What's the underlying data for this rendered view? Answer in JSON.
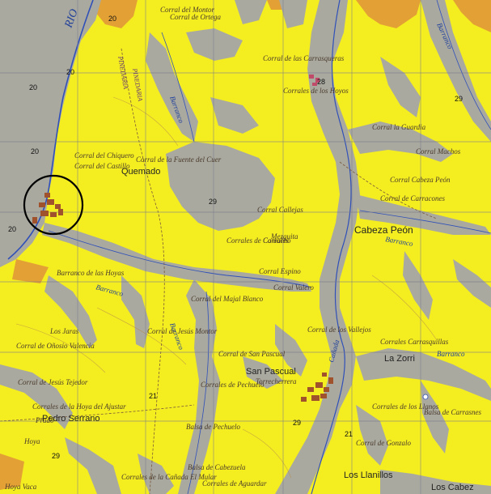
{
  "map": {
    "colors": {
      "land": "#f4ee20",
      "valley": "#a9a9a0",
      "orange": "#e3a034",
      "river": "#3050b8",
      "grid": "#7a7a8a",
      "settlement": "#a0522d",
      "highlight": "#000000"
    },
    "labels": {
      "rio": "RIO",
      "quemado": "Quemado",
      "cabeza_peon": "Cabeza Peón",
      "san_pascual": "San Pascual",
      "la_zorrilla": "La Zorri",
      "los_llanillos": "Los Llanillos",
      "los_cabezos": "Los Cabez",
      "corral_del_montor": "Corral del Montor",
      "corral_del_chiquero": "Corral del Chiquero",
      "corral_del_castillo": "Corral del Castillo",
      "corral_de_la_fuente": "Corral de la Fuente del Cuer",
      "corral_de_carracones": "Corral de Carracones",
      "corral_de_las_carrasqueras": "Corral de las Carrasqueras",
      "corral_de_los_machos": "Corral Machos",
      "corral_valero": "Corral Valero",
      "corral_de_ortega": "Corral de Ortega",
      "corral_cabeza_peon": "Corral Cabeza Peón",
      "corral_de_los_vallejos": "Corral de los Vallejos",
      "corral_del_majal": "Corral del Majal Blanco",
      "corral_de_jesus_montor": "Corral de Jesús Montor",
      "corral_de_olivo": "Corral de Oñosio Valencia",
      "corral_de_jesus_tejedor": "Corral de Jesús Tejedor",
      "corral_de_la_hoya": "Corrales de la Hoya del Ajustar",
      "corrales_de_pechuelo": "Corrales de Pechuelo",
      "corral_el_mular": "Corrales de la Cañada El Mular",
      "corral_de_carrasnes": "Balsa de Carrasnes",
      "corral_de_los_llanos": "Corrales de los Llanos",
      "corral_callejas": "Corral Callejas",
      "corral_del_espino": "Corral Espino",
      "pedro_serrano": "Pedro Serrano",
      "balsa_de_pechuelo": "Balsa de Pechuelo",
      "balsa_de_cabezuela": "Balsa de Cabezuela",
      "torrecherrera": "Torrecherrera",
      "barranco_1": "Barranco",
      "barranco_2": "Barranco",
      "barranco_3": "Barranco",
      "barranco_4": "Barranco",
      "barranco_5": "Barranco",
      "barranco_6": "Barranco",
      "canada": "Cañada",
      "los_jaras": "Los Jaras",
      "corral_de_san_pascual": "Corral de San Pascual",
      "corrales_carrasquilla": "Corrales Carrasquillas",
      "corral_de_los_hoyos": "Corrales de los Hoyos",
      "corral_la_guardia": "Corral la Guardia",
      "corral_del_gonzalo": "Corral de Gonzalo",
      "corrales_de_aguardar": "Corrales de Aguardar",
      "hoya_vaca": "Hoya Vaca",
      "corrales_de_camacho": "Corrales de Camacho",
      "barranco_de_las_hoyas": "Barranco de las Hoyas",
      "mezquita": "Mezquita",
      "pinedaria": "PINEDARIA",
      "pinedaria2": "PINEDARIA",
      "prado": "Prado",
      "corrales": "Corrales",
      "hoya": "Hoya"
    },
    "grid_numbers": {
      "g1": "20",
      "g2": "20",
      "g3": "20",
      "g4": "20",
      "g5": "20",
      "g6": "29",
      "g7": "29",
      "g8": "29",
      "g9": "28",
      "g10": "21",
      "g11": "21",
      "g12": "29"
    }
  }
}
